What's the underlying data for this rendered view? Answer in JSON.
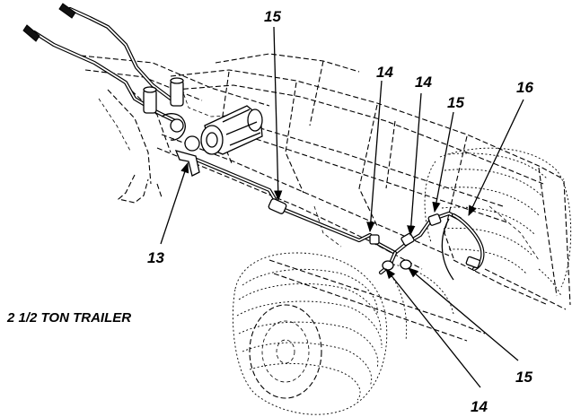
{
  "title": "2 1/2 TON TRAILER",
  "callouts": {
    "c13": "13",
    "c14a": "14",
    "c14b": "14",
    "c14c": "14",
    "c15a": "15",
    "c15b": "15",
    "c15c": "15",
    "c16": "16"
  }
}
